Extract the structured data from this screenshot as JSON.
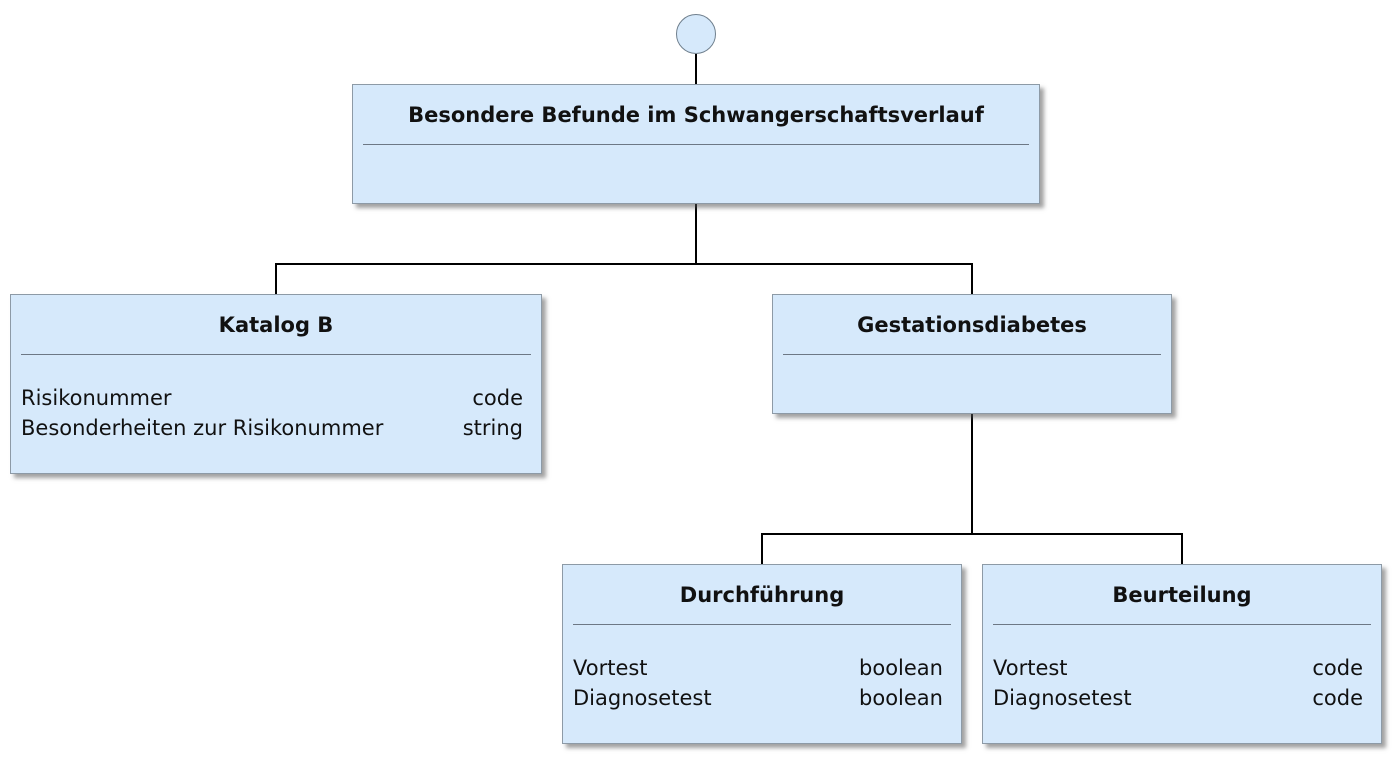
{
  "diagram": {
    "root_class": {
      "title": "Besondere Befunde im Schwangerschaftsverlauf",
      "attributes": []
    },
    "katalog_b": {
      "title": "Katalog B",
      "attributes": [
        {
          "name": "Risikonummer",
          "type": "code"
        },
        {
          "name": "Besonderheiten zur Risikonummer",
          "type": "string"
        }
      ]
    },
    "gestationsdiabetes": {
      "title": "Gestationsdiabetes",
      "attributes": []
    },
    "durchfuehrung": {
      "title": "Durchführung",
      "attributes": [
        {
          "name": "Vortest",
          "type": "boolean"
        },
        {
          "name": "Diagnosetest",
          "type": "boolean"
        }
      ]
    },
    "beurteilung": {
      "title": "Beurteilung",
      "attributes": [
        {
          "name": "Vortest",
          "type": "code"
        },
        {
          "name": "Diagnosetest",
          "type": "code"
        }
      ]
    }
  },
  "colors": {
    "box_fill": "#d6e9fb",
    "box_border": "#8d9aa6",
    "connector": "#000000",
    "text": "#111111"
  }
}
